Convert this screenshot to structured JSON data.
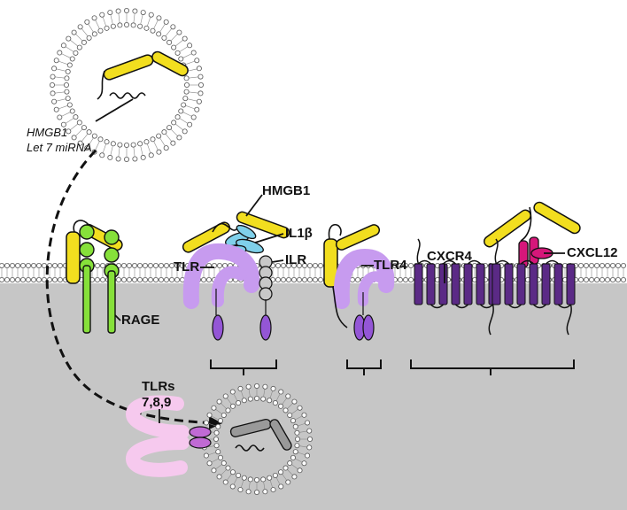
{
  "labels": {
    "vesicle_hmgb1": "HMGB1",
    "vesicle_mirna": "Let 7 miRNA",
    "hmgb1": "HMGB1",
    "il1b": "IL1β",
    "ilr": "ILR",
    "tlr": "TLR",
    "tlr4": "TLR4",
    "cxcr4": "CXCR4",
    "cxcl12": "CXCL12",
    "rage": "RAGE",
    "tlrs_line1": "TLRs",
    "tlrs_line2": "7,8,9"
  },
  "colors": {
    "hmgb1": "#f2de1f",
    "rage": "#86e03a",
    "tlr": "#c79bef",
    "tlr_endo": "#f6c9ee",
    "il1b": "#7fd0ea",
    "ilr": "#c8c8c8",
    "cxcr4": "#5b2a86",
    "cxcl12": "#d6177a",
    "cytoplasm": "#c6c6c6"
  }
}
